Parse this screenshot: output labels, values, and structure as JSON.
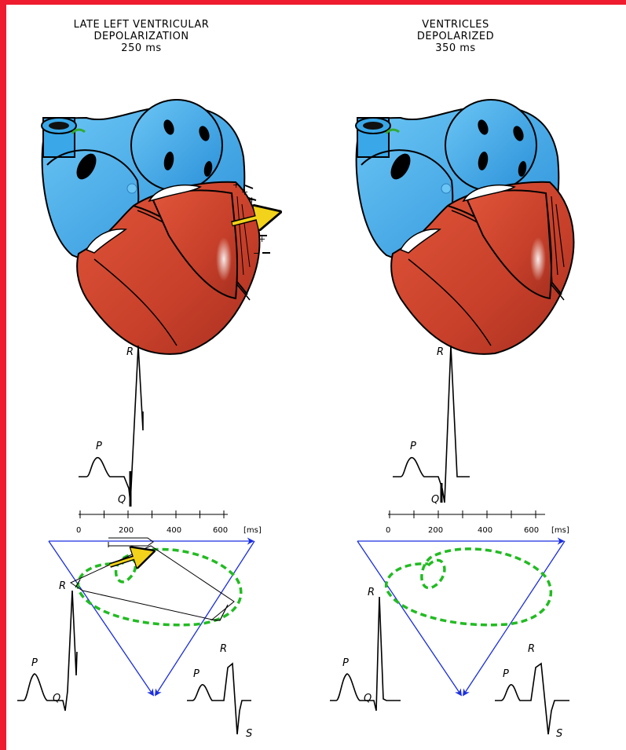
{
  "colors": {
    "border": "#ee1c2e",
    "atria": "#3aa8e8",
    "ventricles": "#d94a30",
    "vector": "#f2d21a",
    "loop": "#22bb22",
    "triangle": "#1a2ee0"
  },
  "panels": [
    {
      "title_lines": [
        "LATE LEFT VENTRICULAR",
        "DEPOLARIZATION",
        "250 ms"
      ],
      "ecg_labels": {
        "R": "R",
        "P": "P",
        "Q": "Q"
      },
      "timeline": {
        "ticks": [
          "0",
          "200",
          "400",
          "600"
        ],
        "unit": "[ms]"
      },
      "lead_left": {
        "R": "R",
        "P": "P",
        "Q": "Q"
      },
      "lead_right": {
        "R": "R",
        "P": "P",
        "S": "S"
      },
      "has_vector": true
    },
    {
      "title_lines": [
        "VENTRICLES",
        "DEPOLARIZED",
        "350 ms"
      ],
      "ecg_labels": {
        "R": "R",
        "P": "P",
        "Q": "Q"
      },
      "timeline": {
        "ticks": [
          "0",
          "200",
          "400",
          "600"
        ],
        "unit": "[ms]"
      },
      "lead_left": {
        "R": "R",
        "P": "P",
        "Q": "Q"
      },
      "lead_right": {
        "R": "R",
        "P": "P",
        "S": "S"
      },
      "has_vector": false
    }
  ]
}
